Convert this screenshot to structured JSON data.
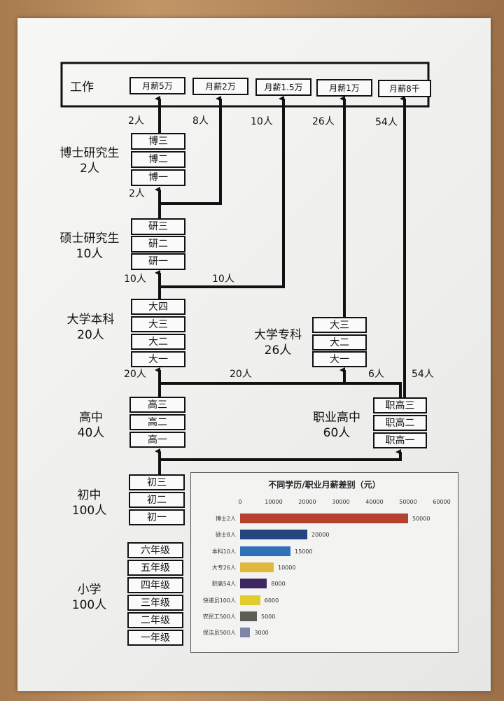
{
  "work": {
    "label": "工作",
    "salaries": [
      "月薪5万",
      "月薪2万",
      "月薪1.5万",
      "月薪1万",
      "月薪8千"
    ],
    "counts": [
      "2人",
      "8人",
      "10人",
      "26人",
      "54人"
    ]
  },
  "phd": {
    "label": "博士研究生",
    "count": "2人",
    "years": [
      "博三",
      "博二",
      "博一"
    ],
    "branch": "2人"
  },
  "master": {
    "label": "硕士研究生",
    "count": "10人",
    "years": [
      "研三",
      "研二",
      "研一"
    ],
    "branch_left": "10人",
    "branch_right": "10人"
  },
  "bachelor": {
    "label": "大学本科",
    "count": "20人",
    "years": [
      "大四",
      "大三",
      "大二",
      "大一"
    ],
    "branch_left": "20人",
    "branch_right": "20人"
  },
  "college": {
    "label": "大学专科",
    "count": "26人",
    "years": [
      "大三",
      "大二",
      "大一"
    ],
    "branch_left": "6人",
    "branch_right": "54人"
  },
  "high": {
    "label": "高中",
    "count": "40人",
    "years": [
      "高三",
      "高二",
      "高一"
    ]
  },
  "vocational": {
    "label": "职业高中",
    "count": "60人",
    "years": [
      "职高三",
      "职高二",
      "职高一"
    ]
  },
  "junior": {
    "label": "初中",
    "count": "100人",
    "years": [
      "初三",
      "初二",
      "初一"
    ]
  },
  "primary": {
    "label": "小学",
    "count": "100人",
    "years": [
      "六年级",
      "五年级",
      "四年级",
      "三年级",
      "二年级",
      "一年级"
    ]
  },
  "chart_data": {
    "type": "bar",
    "orientation": "horizontal",
    "title": "不同学历/职业月薪差别（元）",
    "categories": [
      "博士2人",
      "硕士8人",
      "本科10人",
      "大专26人",
      "职高54人",
      "快递员100人",
      "农民工500人",
      "保洁员500人"
    ],
    "values": [
      50000,
      20000,
      15000,
      10000,
      8000,
      6000,
      5000,
      3000
    ],
    "colors": [
      "#b5412e",
      "#25457e",
      "#2f70b9",
      "#dfb83c",
      "#3d2862",
      "#e0cd2c",
      "#5e5d54",
      "#7e85a9"
    ],
    "xticks": [
      "0",
      "10000",
      "20000",
      "30000",
      "40000",
      "50000",
      "60000"
    ],
    "xlim": [
      0,
      60000
    ]
  }
}
